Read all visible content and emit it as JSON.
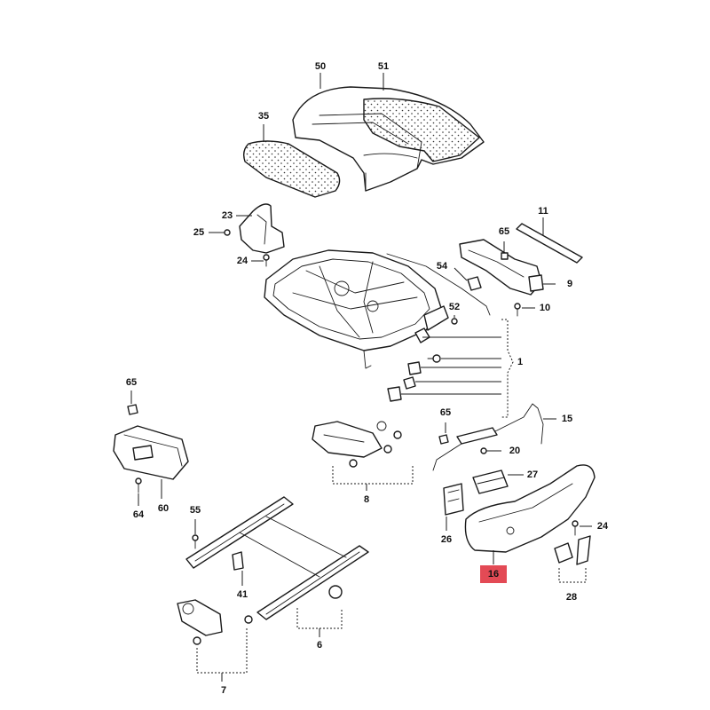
{
  "highlight_color": "#e34a55",
  "labels": {
    "l50": "50",
    "l51": "51",
    "l35": "35",
    "l23": "23",
    "l25": "25",
    "l24a": "24",
    "l11": "11",
    "l65a": "65",
    "l54": "54",
    "l9": "9",
    "l10": "10",
    "l52": "52",
    "l1": "1",
    "l15": "15",
    "l65b": "65",
    "l20": "20",
    "l27": "27",
    "l24b": "24",
    "l26": "26",
    "l16": "16",
    "l28": "28",
    "l65c": "65",
    "l64": "64",
    "l60": "60",
    "l8": "8",
    "l55": "55",
    "l41": "41",
    "l6": "6",
    "l7": "7"
  }
}
